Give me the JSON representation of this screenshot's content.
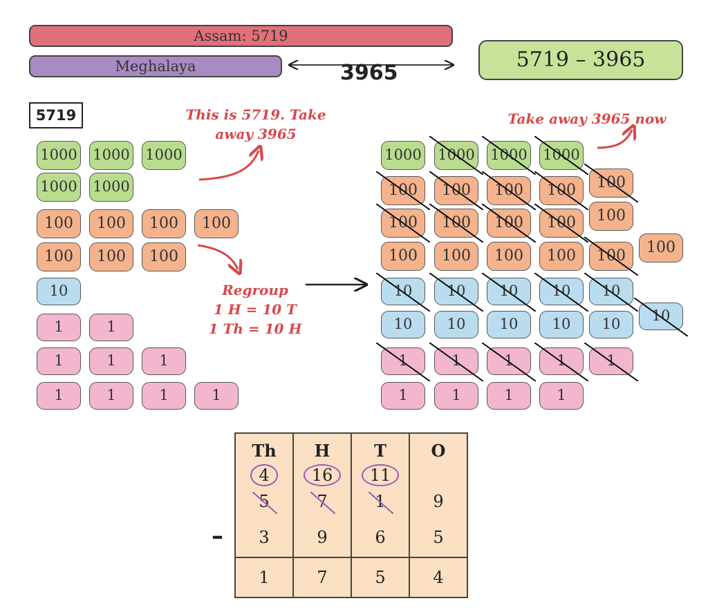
{
  "bars": {
    "assam": "Assam: 5719",
    "meghalaya": "Meghalaya"
  },
  "difference_label": "3965",
  "expression": "5719 – 3965",
  "start_number": "5719",
  "notes": {
    "left_line1": "This is 5719. Take",
    "left_line2": "away 3965",
    "right": "Take away 3965 now",
    "regroup_line1": "Regroup",
    "regroup_line2": "1 H = 10 T",
    "regroup_line3": "1 Th = 10 H"
  },
  "left_blocks": {
    "thousands": [
      "1000",
      "1000",
      "1000",
      "1000",
      "1000"
    ],
    "hundreds": [
      "100",
      "100",
      "100",
      "100",
      "100",
      "100",
      "100"
    ],
    "tens": [
      "10"
    ],
    "ones": [
      "1",
      "1",
      "1",
      "1",
      "1",
      "1",
      "1",
      "1",
      "1"
    ]
  },
  "right_blocks": {
    "thousands": [
      "1000",
      "1000",
      "1000",
      "1000"
    ],
    "hundreds": [
      "100",
      "100",
      "100",
      "100",
      "100",
      "100",
      "100",
      "100",
      "100",
      "100",
      "100",
      "100",
      "100",
      "100",
      "100",
      "100"
    ],
    "tens": [
      "10",
      "10",
      "10",
      "10",
      "10",
      "10",
      "10",
      "10",
      "10",
      "10",
      "10"
    ],
    "ones": [
      "1",
      "1",
      "1",
      "1",
      "1",
      "1",
      "1",
      "1",
      "1"
    ]
  },
  "table": {
    "headers": [
      "Th",
      "H",
      "T",
      "O"
    ],
    "exchanged": [
      "4",
      "16",
      "11",
      ""
    ],
    "top": [
      "5",
      "7",
      "1",
      "9"
    ],
    "subtrahend": [
      "3",
      "9",
      "6",
      "5"
    ],
    "result": [
      "1",
      "7",
      "5",
      "4"
    ],
    "operator": "–"
  },
  "colors": {
    "thousands": "#b9dc8f",
    "hundreds": "#f4b38c",
    "tens": "#b9dcef",
    "ones": "#f2b6cf",
    "note": "#d8484a",
    "circle": "#9b59b6"
  }
}
